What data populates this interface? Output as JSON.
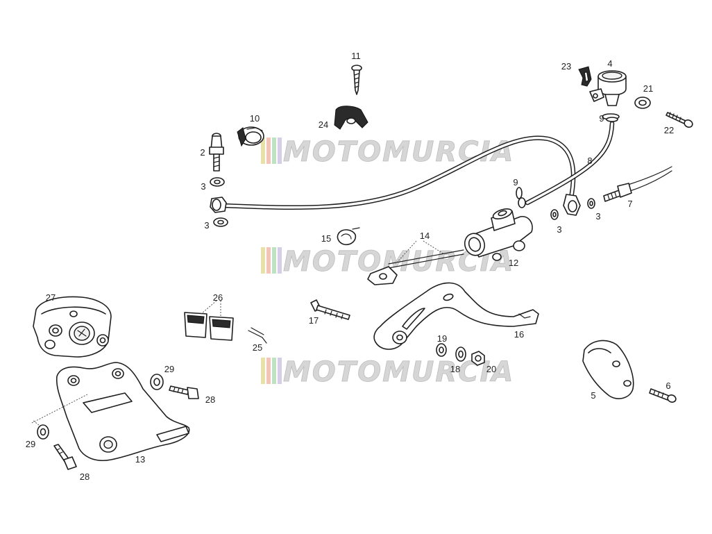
{
  "watermark": {
    "text": "MOTOMURCIA",
    "stripe_colors": [
      "#e8e2a8",
      "#f3c4b8",
      "#bfe3c2",
      "#d4cfe6"
    ]
  },
  "callouts": {
    "c1": "11",
    "c2": "4",
    "c3": "23",
    "c4": "21",
    "c5": "10",
    "c6": "24",
    "c7": "9",
    "c8": "22",
    "c9": "2",
    "c10": "8",
    "c11": "3",
    "c12": "9",
    "c13": "7",
    "c14": "3",
    "c15": "3",
    "c16": "3",
    "c17": "15",
    "c18": "14",
    "c19": "12",
    "c20": "27",
    "c21": "26",
    "c22": "17",
    "c23": "16",
    "c24": "25",
    "c25": "19",
    "c26": "18",
    "c27": "20",
    "c28": "29",
    "c29": "28",
    "c30": "5",
    "c31": "6",
    "c32": "29",
    "c33": "13",
    "c34": "28"
  }
}
